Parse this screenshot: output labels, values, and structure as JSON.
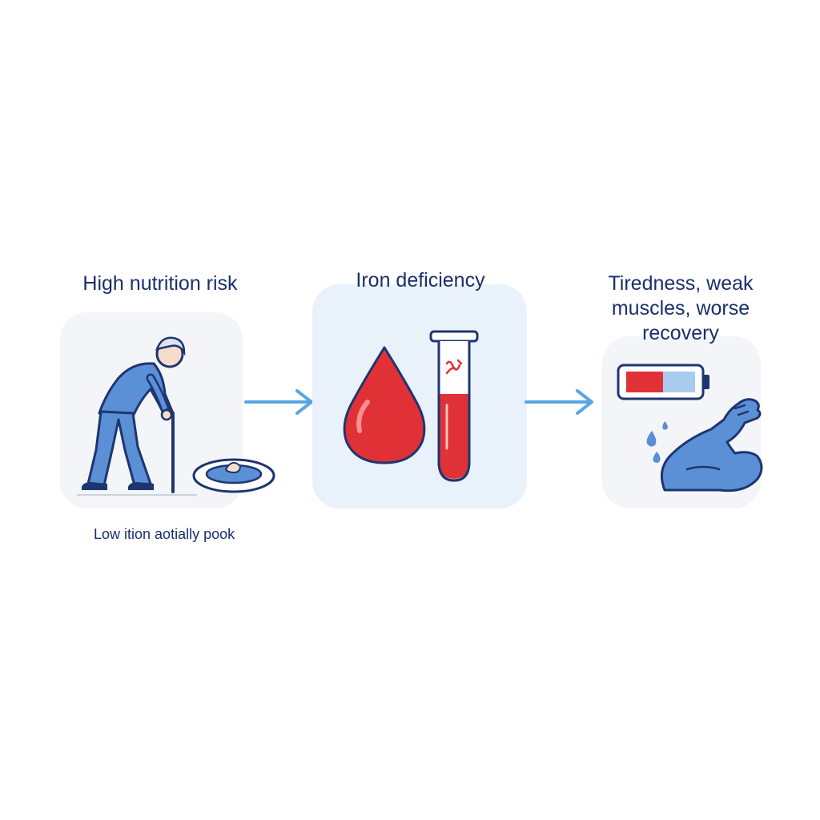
{
  "stages": [
    {
      "title": "High nutrition risk",
      "caption": "Low ition aotially pook"
    },
    {
      "title": "Iron deficiency"
    },
    {
      "title": "Tiredness, weak muscles, worse recovery"
    }
  ],
  "icons": {
    "stage1": [
      "elderly-person-with-cane-icon",
      "plate-icon"
    ],
    "stage2": [
      "blood-drop-icon",
      "test-tube-icon"
    ],
    "stage3": [
      "low-battery-icon",
      "flexing-arm-icon",
      "sweat-drops-icon"
    ],
    "connectors": [
      "arrow-right-icon",
      "arrow-right-icon"
    ]
  },
  "colors": {
    "title_text": "#1a2f6b",
    "outline": "#1e3570",
    "figure_blue": "#5b8fd6",
    "light_blue": "#a8cbee",
    "arrow": "#5aa6e3",
    "blood_red": "#e03236",
    "panel_bg": "#f3f5f8",
    "panel_bg_blue": "#e9f2fb"
  }
}
